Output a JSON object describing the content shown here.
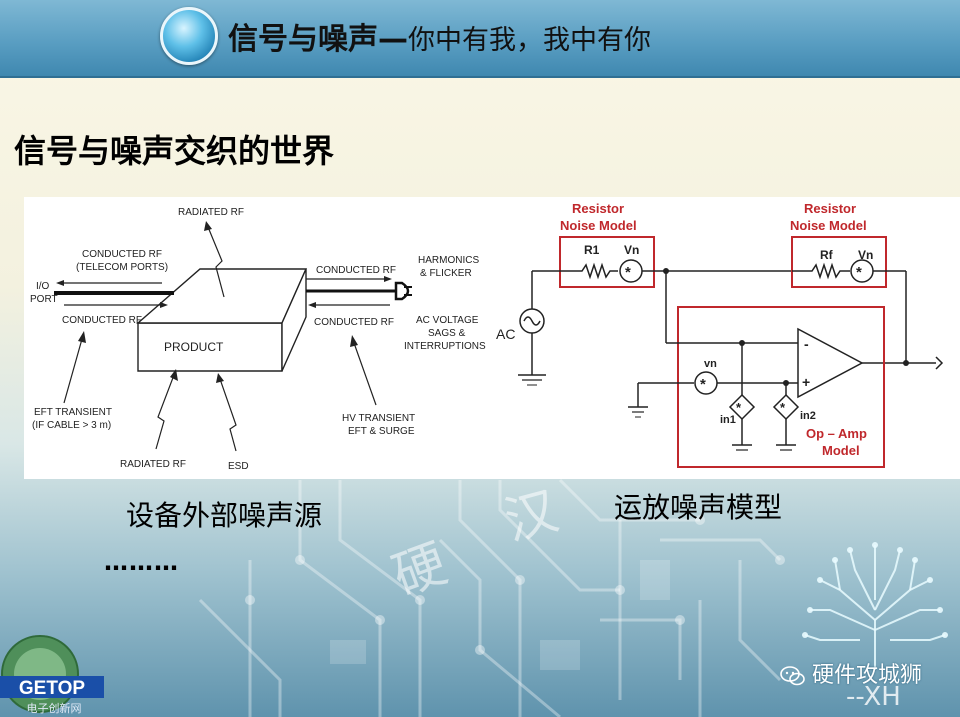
{
  "title": {
    "main": "信号与噪声—",
    "sub": "你中有我，我中有你"
  },
  "heading": "信号与噪声交织的世界",
  "diagram_left": {
    "labels": {
      "radiated_rf_top": "RADIATED RF",
      "conducted_rf_telecom_1": "CONDUCTED RF",
      "conducted_rf_telecom_2": "(TELECOM PORTS)",
      "io_port_1": "I/O",
      "io_port_2": "PORT",
      "conducted_rf_left": "CONDUCTED RF",
      "product": "PRODUCT",
      "conducted_rf_right_top": "CONDUCTED RF",
      "conducted_rf_right_bottom": "CONDUCTED RF",
      "harmonics_1": "HARMONICS",
      "harmonics_2": "& FLICKER",
      "ac_voltage_1": "AC VOLTAGE",
      "ac_voltage_2": "SAGS &",
      "ac_voltage_3": "INTERRUPTIONS",
      "eft_1": "EFT TRANSIENT",
      "eft_2": "(IF CABLE > 3 m)",
      "radiated_rf_bottom": "RADIATED RF",
      "esd": "ESD",
      "hv_1": "HV TRANSIENT",
      "hv_2": "EFT & SURGE"
    }
  },
  "diagram_right": {
    "labels": {
      "resistor_noise_1": "Resistor",
      "resistor_noise_2": "Noise Model",
      "r1": "R1",
      "vn": "Vn",
      "rf": "Rf",
      "ac": "AC",
      "vn_sub": "vn",
      "minus": "-",
      "plus": "+",
      "in1": "in1",
      "in2": "in2",
      "opamp_1": "Op – Amp",
      "opamp_2": "Model"
    },
    "colors": {
      "model_box": "#c0282c"
    }
  },
  "captions": {
    "left": "设备外部噪声源",
    "right": "运放噪声模型"
  },
  "ellipsis": "………",
  "watermark": {
    "char1": "硬",
    "char2": "汉"
  },
  "logo": {
    "text": "GETOP",
    "sub": "电子创新网"
  },
  "brand": {
    "name": "硬件攻城狮",
    "xh": "--XH"
  },
  "colors": {
    "title_bar": "#5a9ec2",
    "accent_red": "#c0282c"
  }
}
